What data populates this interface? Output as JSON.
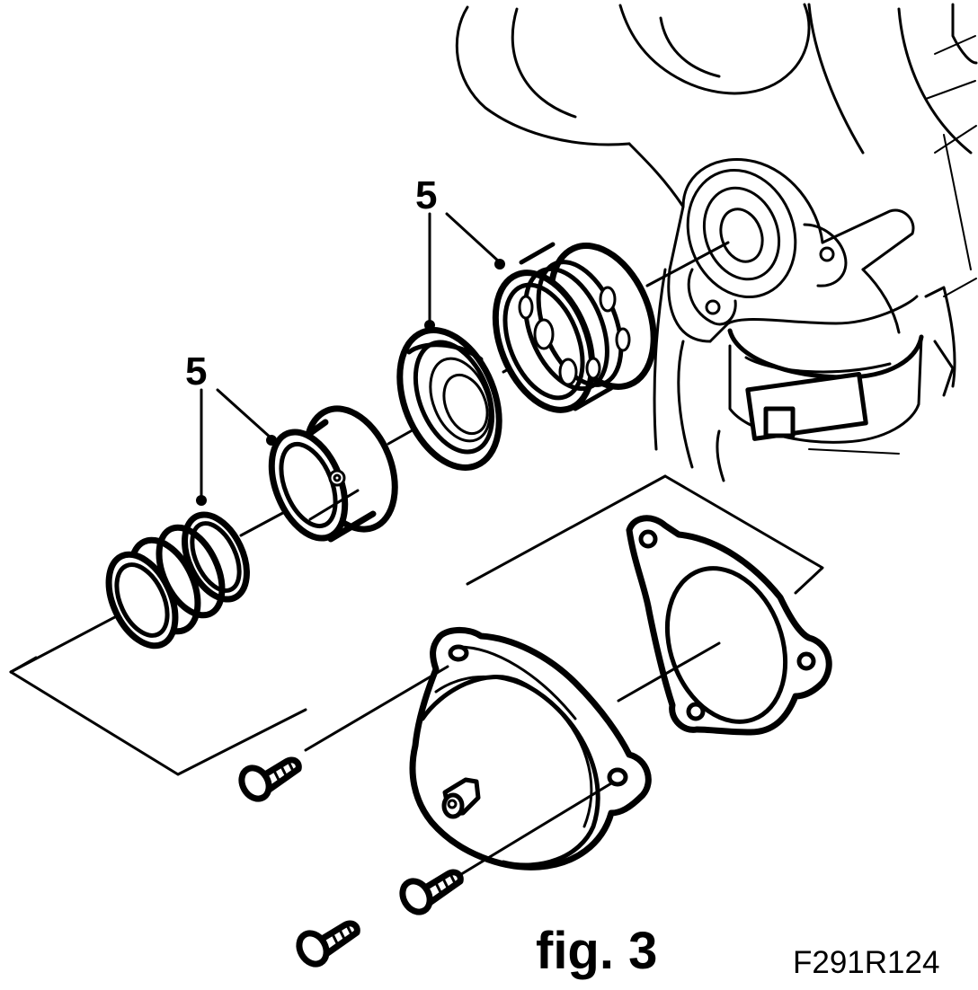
{
  "figure": {
    "caption": "fig. 3",
    "reference": "F291R124",
    "callouts": [
      {
        "label": "5"
      },
      {
        "label": "5"
      }
    ]
  }
}
